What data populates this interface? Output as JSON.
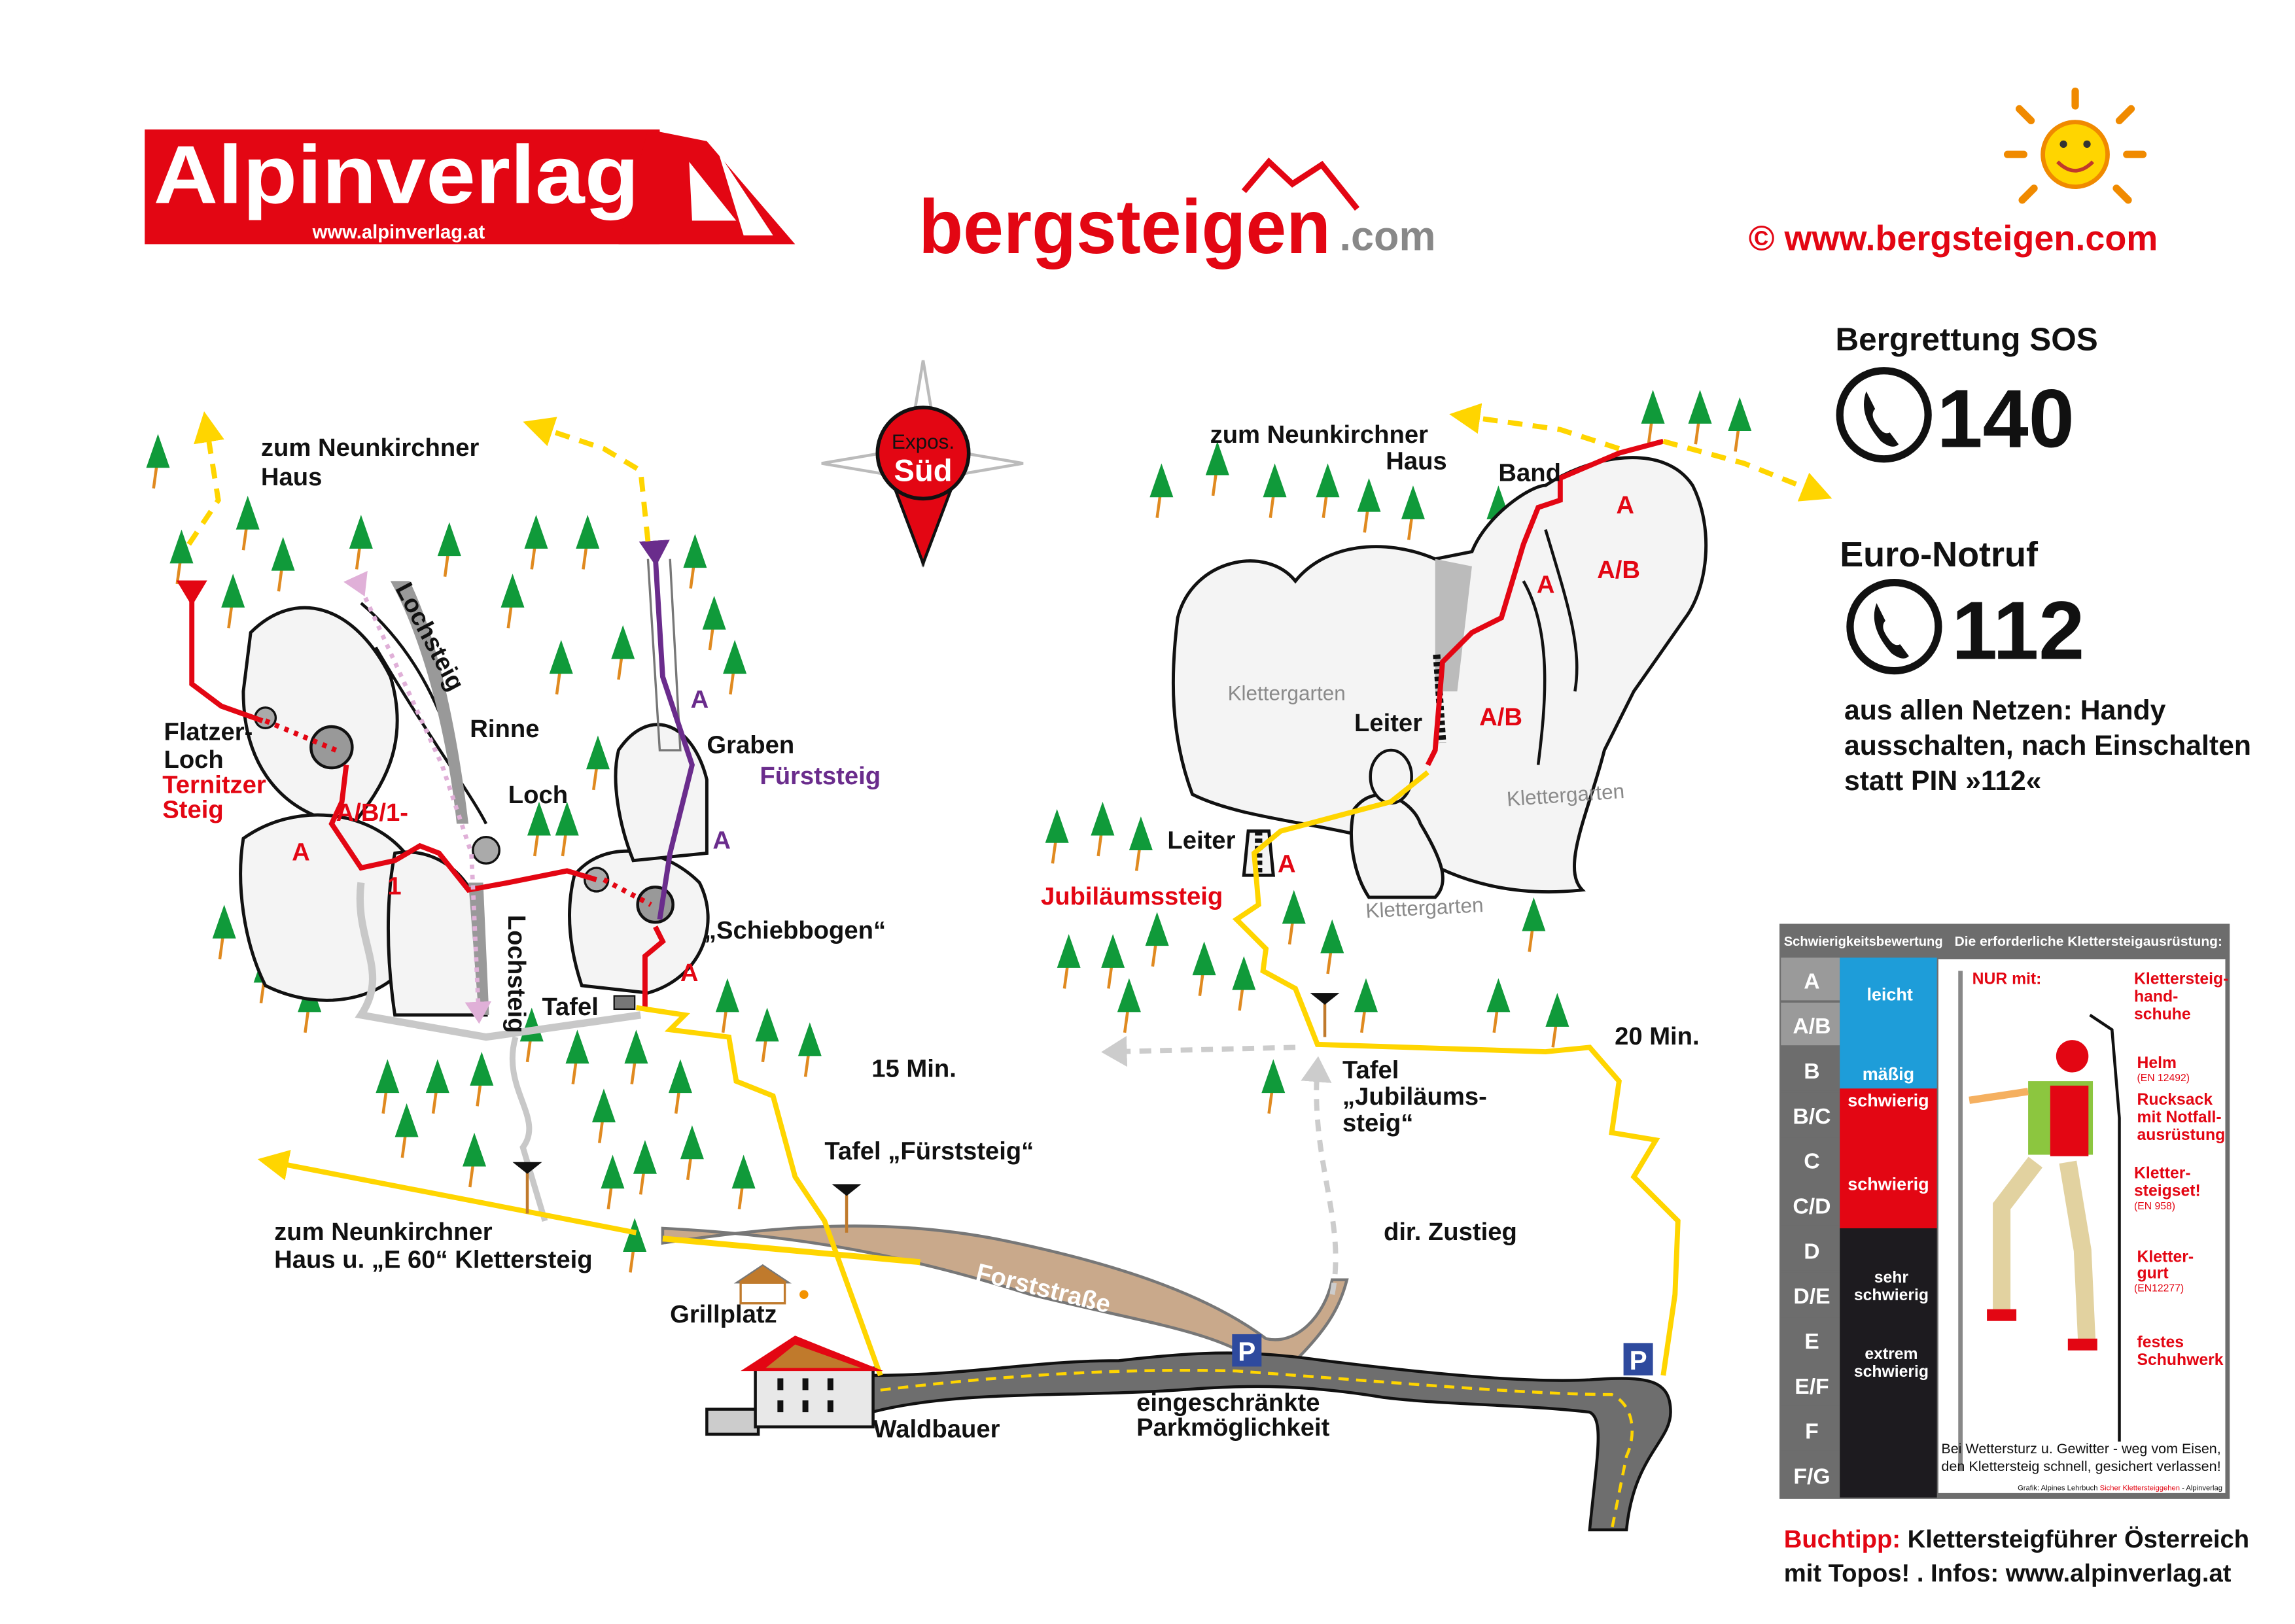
{
  "header": {
    "alpinverlag_logo": "Alpinverlag",
    "alpinverlag_url": "www.alpinverlag.at",
    "bergsteigen_logo": "bergsteigen",
    "bergsteigen_tld": ".com",
    "copyright": "©  www.bergsteigen.com"
  },
  "compass": {
    "line1": "Expos.",
    "line2": "Süd"
  },
  "emergency": {
    "sos_title": "Bergrettung SOS",
    "sos_number": "140",
    "euro_title": "Euro-Notruf",
    "euro_number": "112",
    "note": [
      "aus allen Netzen: Handy",
      "ausschalten, nach Einschalten",
      "statt PIN »112«"
    ]
  },
  "left_map": {
    "to_hut": [
      "zum Neunkirchner",
      "Haus"
    ],
    "flatzer": [
      "Flatzer-",
      "Loch"
    ],
    "ternitzer": [
      "Ternitzer",
      "Steig"
    ],
    "grade_ab1": "A/B/1-",
    "grade_a1": "A",
    "grade_1": "1",
    "lochsteig_top": "Lochsteig",
    "lochsteig_bottom": "Lochsteig",
    "rinne": "Rinne",
    "loch": "Loch",
    "graben": "Graben",
    "fuerststeig": "Fürststeig",
    "grade_fa1": "A",
    "grade_fa2": "A",
    "schiebbogen": "„Schiebbogen“",
    "grade_a2": "A",
    "tafel": "Tafel",
    "time": "15 Min.",
    "tafel_fuerststeig": "Tafel „Fürststeig“",
    "to_hut_e60": [
      "zum Neunkirchner",
      "Haus u. „E 60“ Klettersteig"
    ],
    "grillplatz": "Grillplatz",
    "forststrasse": "Forststraße",
    "waldbauer": "Waldbauer",
    "parking_note": [
      "eingeschränkte",
      "Parkmöglichkeit"
    ],
    "parking": "P"
  },
  "right_map": {
    "to_hut": [
      "zum Neunkirchner",
      "Haus"
    ],
    "band": "Band",
    "grade_a1": "A",
    "grade_ab1": "A/B",
    "grade_a2": "A",
    "grade_ab2": "A/B",
    "klettergarten1": "Klettergarten",
    "klettergarten2": "Klettergarten",
    "klettergarten3": "Klettergarten",
    "leiter1": "Leiter",
    "leiter2": "Leiter",
    "grade_a3": "A",
    "jubilaeumssteig": "Jubiläumssteig",
    "tafel": [
      "Tafel",
      "„Jubiläums-",
      "steig“"
    ],
    "time": "20 Min.",
    "dir_zustieg": "dir. Zustieg",
    "parking": "P"
  },
  "grading": {
    "header_left": "Schwierigkeitsbewertung",
    "header_right": "Die erforderliche Klettersteigausrüstung:",
    "grades": [
      "A",
      "A/B",
      "B",
      "B/C",
      "C",
      "C/D",
      "D",
      "D/E",
      "E",
      "E/F",
      "F",
      "F/G"
    ],
    "levels": {
      "leicht": "leicht",
      "maessig": "mäßig",
      "schwierig1": "schwierig",
      "schwierig2": "schwierig",
      "sehr": [
        "sehr",
        "schwierig"
      ],
      "extrem": [
        "extrem",
        "schwierig"
      ]
    },
    "nur_mit": "NUR mit:",
    "gear": {
      "gloves": [
        "Klettersteig-",
        "hand-",
        "schuhe"
      ],
      "helmet": "Helm",
      "helmet_norm": "(EN 12492)",
      "backpack": [
        "Rucksack",
        "mit Notfall-",
        "ausrüstung"
      ],
      "set": [
        "Kletter-",
        "steigset!"
      ],
      "set_norm": "(EN 958)",
      "harness": [
        "Kletter-",
        "gurt"
      ],
      "harness_norm": "(EN12277)",
      "shoes": [
        "festes",
        "Schuhwerk"
      ]
    },
    "warning": [
      "Bei Wettersturz u. Gewitter - weg vom Eisen,",
      "den Klettersteig schnell, gesichert verlassen!"
    ],
    "credit_a": "Grafik: Alpines Lehrbuch ",
    "credit_b": "Sicher Klettersteiggehen",
    "credit_c": " - Alpinverlag"
  },
  "footer": {
    "buchtipp_label": "Buchtipp:",
    "buchtipp_title": " Klettersteigführer Österreich",
    "line2": "mit Topos! . Infos: www.alpinverlag.at"
  },
  "colors": {
    "red": "#e30613",
    "yellow": "#ffd500",
    "purple": "#6a2c8c",
    "blue": "#1e9dd9",
    "parking": "#2e4a9e"
  }
}
